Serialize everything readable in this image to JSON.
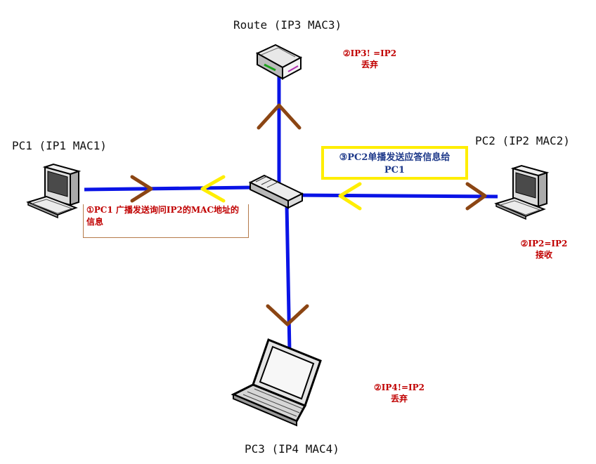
{
  "nodes": {
    "route": {
      "label": "Route (IP3 MAC3)",
      "icon": "router-icon"
    },
    "pc1": {
      "label": "PC1 (IP1 MAC1)",
      "icon": "desktop-pc-icon"
    },
    "pc2": {
      "label": "PC2 (IP2 MAC2)",
      "icon": "desktop-pc-icon"
    },
    "pc3": {
      "label": "PC3 (IP4 MAC4)",
      "icon": "laptop-icon"
    },
    "switch": {
      "icon": "switch-icon"
    }
  },
  "notes": {
    "route": {
      "line1": "②IP3! =IP2",
      "line2": "丢弃"
    },
    "pc1": {
      "text": "①PC1 广播发送询问IP2的MAC地址的信息"
    },
    "pc2_reply": {
      "line1": "③PC2单播发送应答信息给",
      "line2": "PC1"
    },
    "pc2": {
      "line1": "②IP2=IP2",
      "line2": "接收"
    },
    "pc3": {
      "line1": "②IP4!=IP2",
      "line2": "丢弃"
    }
  },
  "colors": {
    "link": "#0000ee",
    "broadcast_arrow": "#8b4513",
    "reply_arrow": "#ffee00",
    "note_red": "#c00000",
    "note_blue": "#1f3a8a"
  }
}
